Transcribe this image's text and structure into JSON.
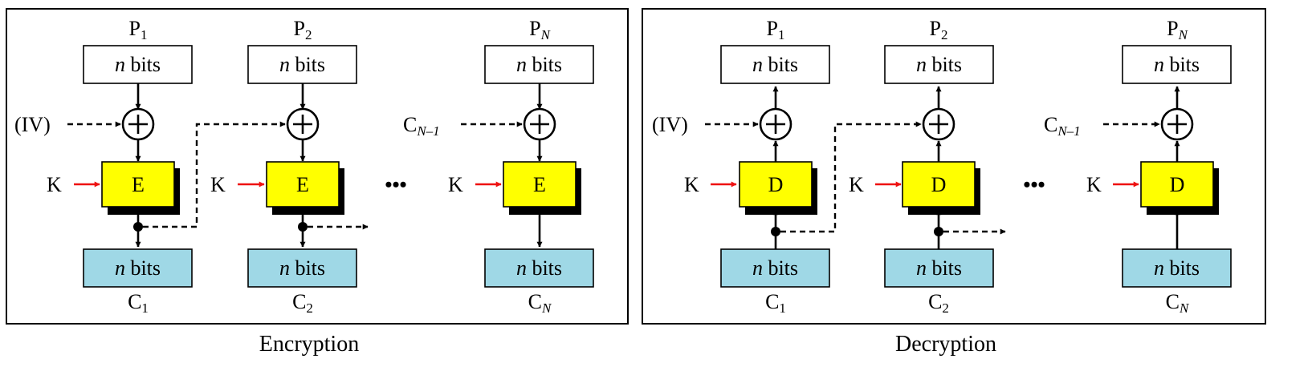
{
  "labels": {
    "block": "n bits",
    "block_var": "n",
    "block_unit": "bits",
    "iv": "(IV)",
    "key": "K",
    "dots": "•••",
    "prev_cipher_main": "C",
    "prev_cipher_sub": "N–1"
  },
  "encryption": {
    "caption": "Encryption",
    "cipher_label": "E",
    "plaintexts": [
      {
        "main": "P",
        "sub": "1"
      },
      {
        "main": "P",
        "sub": "2"
      },
      {
        "main": "P",
        "sub": "N"
      }
    ],
    "ciphertexts": [
      {
        "main": "C",
        "sub": "1"
      },
      {
        "main": "C",
        "sub": "2"
      },
      {
        "main": "C",
        "sub": "N"
      }
    ]
  },
  "decryption": {
    "caption": "Decryption",
    "cipher_label": "D",
    "plaintexts": [
      {
        "main": "P",
        "sub": "1"
      },
      {
        "main": "P",
        "sub": "2"
      },
      {
        "main": "P",
        "sub": "N"
      }
    ],
    "ciphertexts": [
      {
        "main": "C",
        "sub": "1"
      },
      {
        "main": "C",
        "sub": "2"
      },
      {
        "main": "C",
        "sub": "N"
      }
    ]
  },
  "colors": {
    "cipher_box": "#ffff00",
    "ciphertext_box": "#9fd8e6",
    "plaintext_box": "#ffffff",
    "key_arrow": "#ee1111",
    "line": "#000000"
  }
}
